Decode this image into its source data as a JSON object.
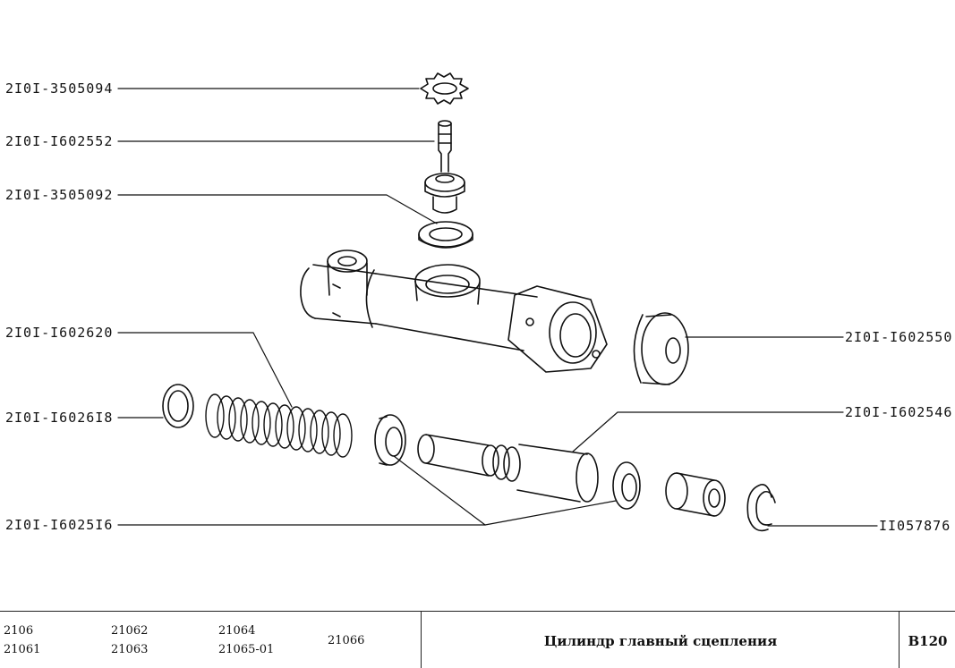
{
  "part_numbers": {
    "p1": "2I0I-3505094",
    "p2": "2I0I-I602552",
    "p3": "2I0I-3505092",
    "p4": "2I0I-I602620",
    "p5": "2I0I-I6026I8",
    "p6": "2I0I-I6025I6",
    "p7": "2I0I-I602550",
    "p8": "2I0I-I602546",
    "p9": "II057876"
  },
  "footer": {
    "models": {
      "c1r1": "2106",
      "c1r2": "21061",
      "c2r1": "21062",
      "c2r2": "21063",
      "c3r1": "21064",
      "c3r2": "21065-01",
      "c4": "21066"
    },
    "title": "Цилиндр главный сцепления",
    "sheet": "B120"
  }
}
